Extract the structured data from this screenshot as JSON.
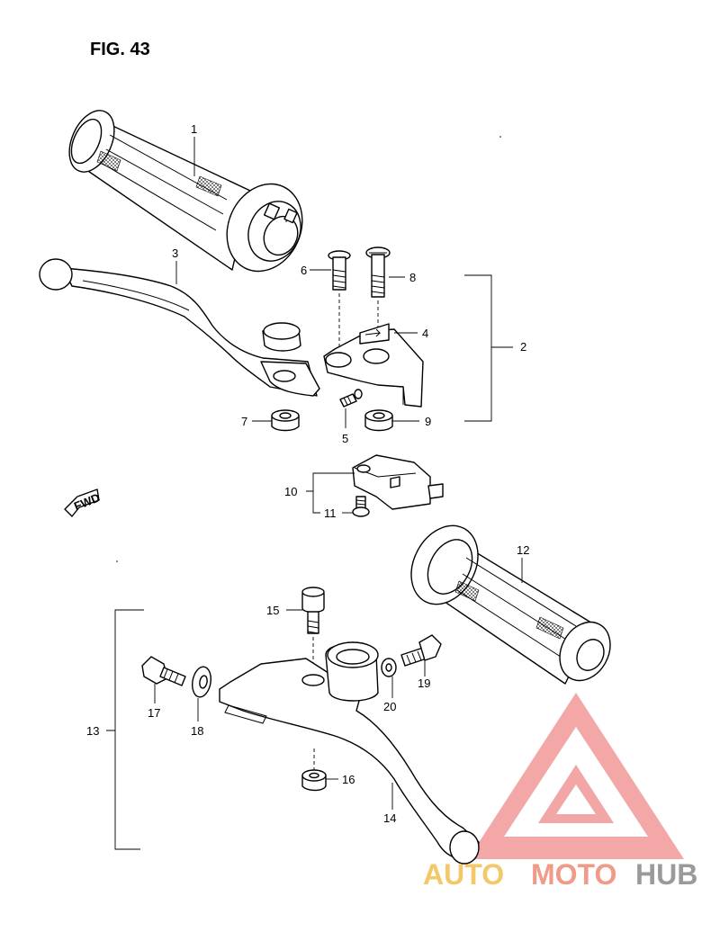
{
  "figure": {
    "title": "FIG. 43"
  },
  "callouts": {
    "p1": "1",
    "p2": "2",
    "p3": "3",
    "p4": "4",
    "p5": "5",
    "p6": "6",
    "p7": "7",
    "p8": "8",
    "p9": "9",
    "p10": "10",
    "p11": "11",
    "p12": "12",
    "p13": "13",
    "p14": "14",
    "p15": "15",
    "p16": "16",
    "p17": "17",
    "p18": "18",
    "p19": "19",
    "p20": "20"
  },
  "direction": {
    "label": "FWD"
  },
  "watermark": {
    "part1": "AUTO",
    "part2": "MOTO",
    "part3": "HUB",
    "colors": {
      "triangle": "#f08c8c",
      "auto": "#f2c869",
      "moto": "#f09a8a",
      "hub": "#9a9a9a"
    }
  }
}
